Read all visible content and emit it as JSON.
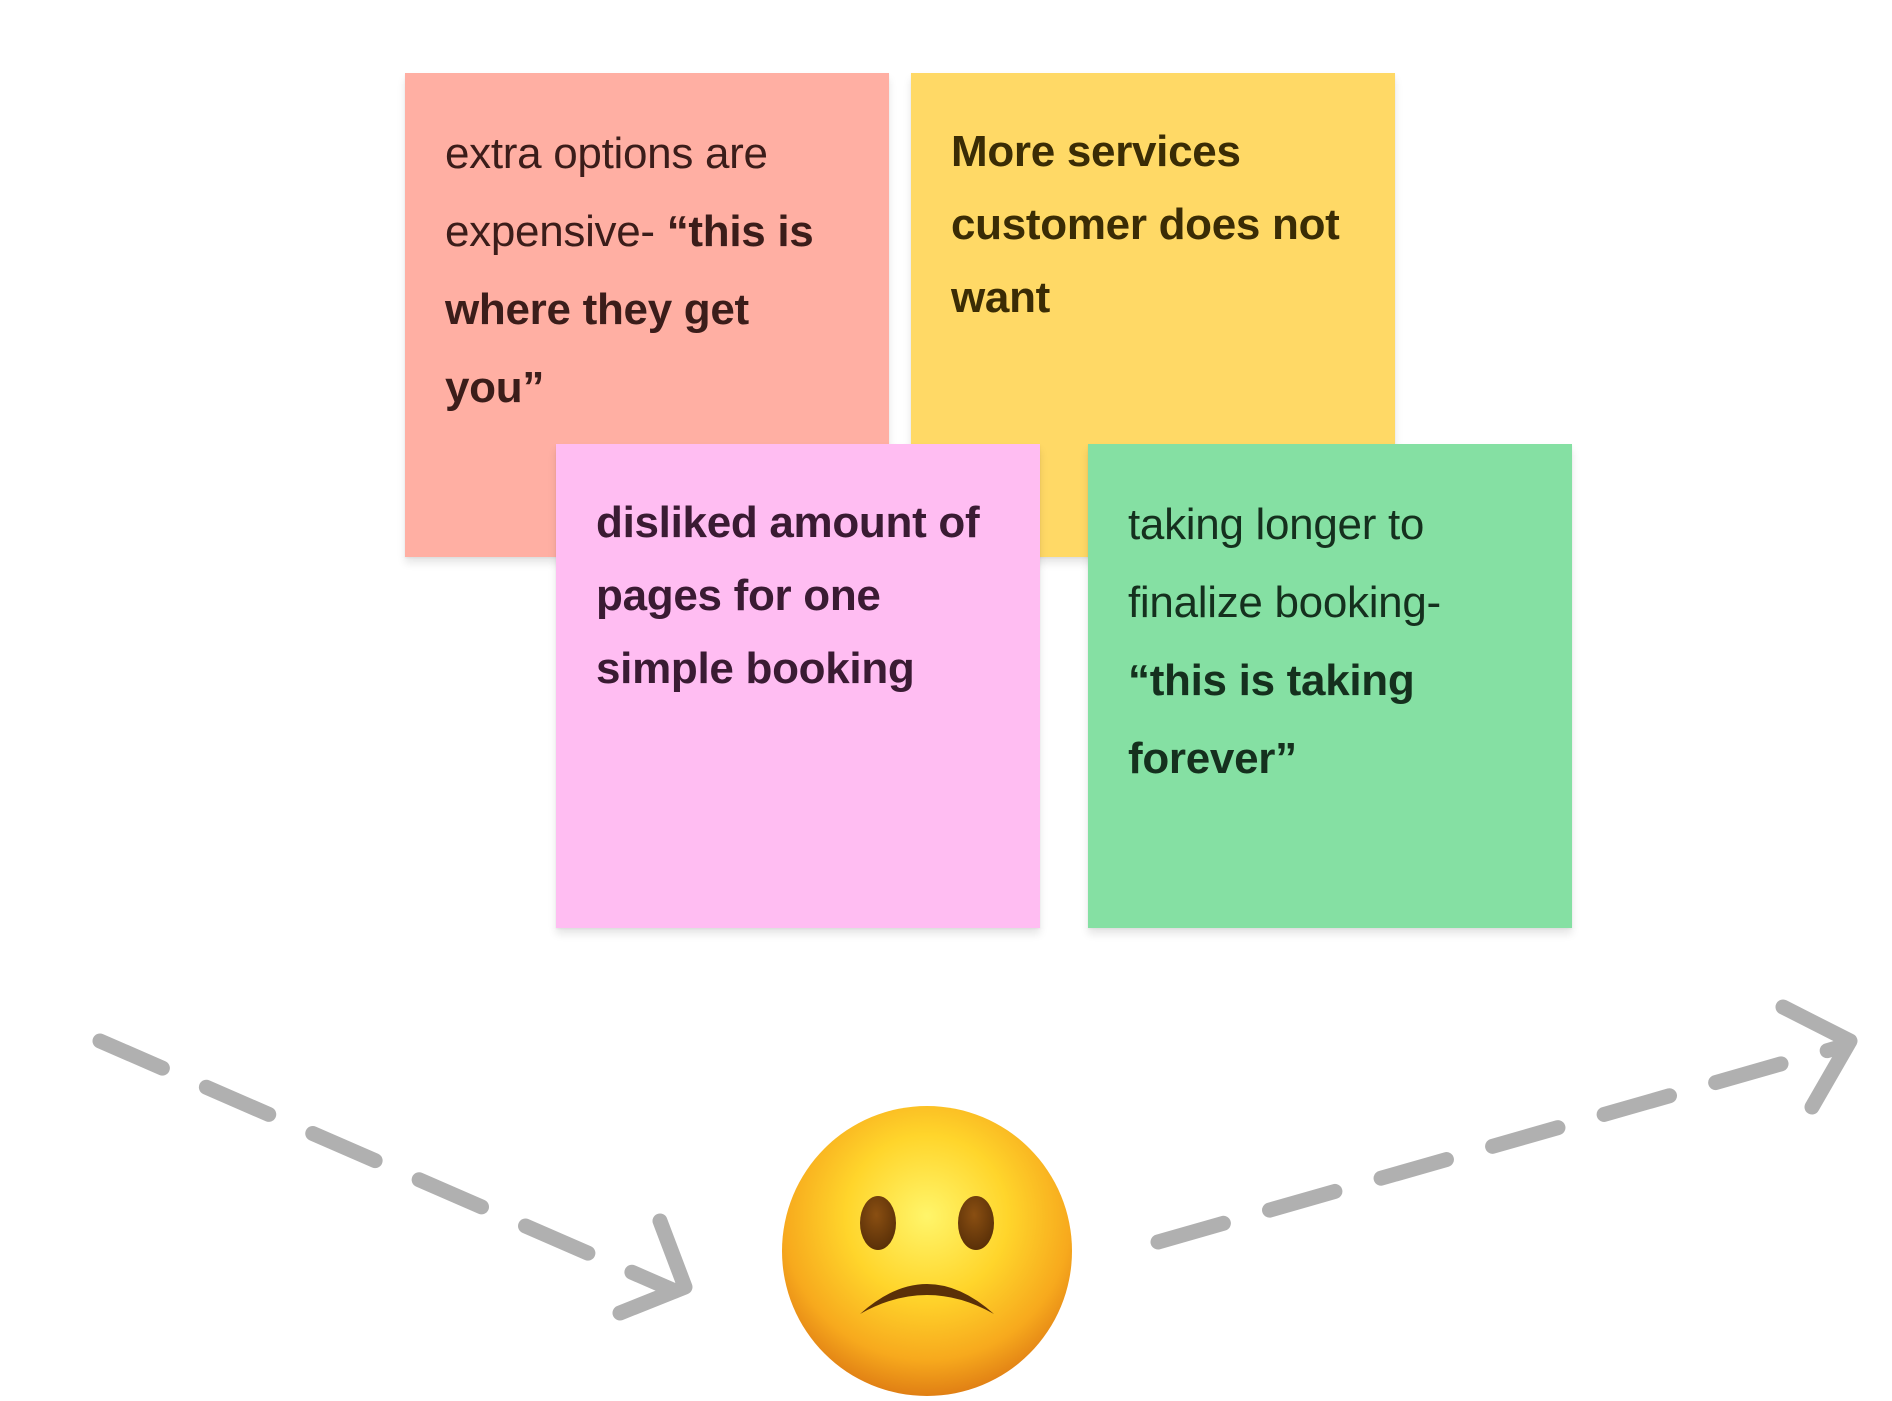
{
  "board": {
    "notes": [
      {
        "id": "note-red",
        "color": "#ffafa3",
        "plain": "extra options are expensive- ",
        "bold": "“this is where they get you”"
      },
      {
        "id": "note-yellow",
        "color": "#ffd966",
        "plain": "",
        "bold": "More services customer does not want"
      },
      {
        "id": "note-pink",
        "color": "#ffbdf2",
        "plain": "",
        "bold": "disliked amount of pages for one simple booking"
      },
      {
        "id": "note-green",
        "color": "#85e0a3",
        "plain": "taking longer to finalize booking- ",
        "bold": "“this is taking forever”"
      }
    ],
    "arrow_color": "#b0b0b0",
    "emoji": {
      "icon": "slightly-frowning-face-icon"
    }
  }
}
